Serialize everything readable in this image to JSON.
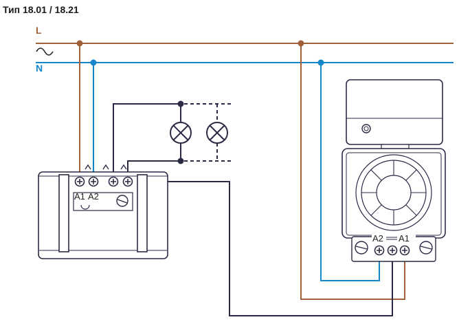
{
  "title": "Тип 18.01 / 18.21",
  "wires": {
    "line": {
      "label": "L",
      "color": "#a0603a"
    },
    "ac_symbol": "~",
    "neutral": {
      "label": "N",
      "color": "#1487c9"
    },
    "control_color": "#2a2a45"
  },
  "devices": {
    "timer_module": {
      "terminal_labels": [
        "A1",
        "A2"
      ]
    },
    "motion_detector": {
      "terminal_labels": [
        "A2",
        "A1"
      ]
    }
  },
  "loads": [
    {
      "name": "lamp",
      "type": "solid"
    },
    {
      "name": "lamp",
      "type": "optional-dashed"
    }
  ]
}
